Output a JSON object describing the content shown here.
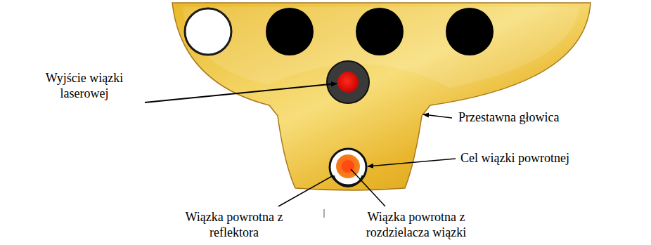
{
  "diagram": {
    "labels": [
      "Wyjście wiązki laserowej",
      "Przestawna głowica",
      "Cel wiązki powrotnej",
      "Wiązka powrotna z reflektora",
      "Wiązka powrotna z rozdzielacza wiązki"
    ]
  }
}
